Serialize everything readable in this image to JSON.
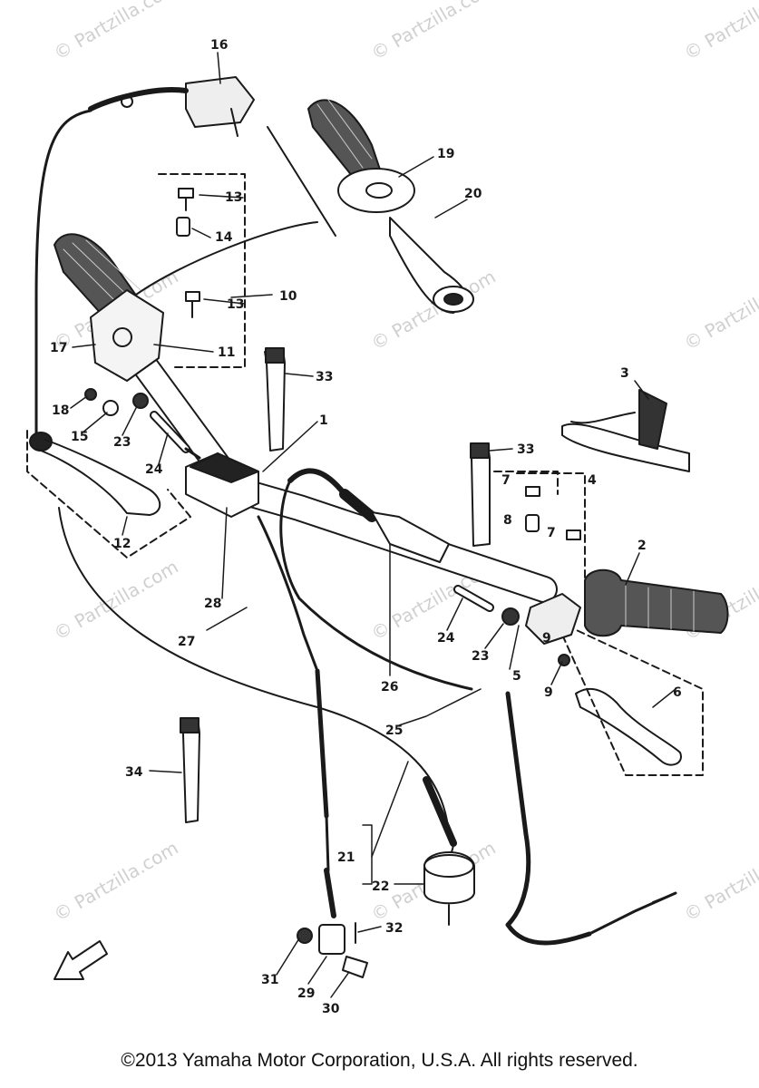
{
  "watermark": "© Partzilla.com",
  "footer": {
    "copyright": "©2013 Yamaha Motor Corporation, U.S.A. All rights reserved."
  },
  "parts": [
    {
      "id": "p1",
      "label": "1"
    },
    {
      "id": "p2",
      "label": "2"
    },
    {
      "id": "p3",
      "label": "3"
    },
    {
      "id": "p4",
      "label": "4"
    },
    {
      "id": "p5",
      "label": "5"
    },
    {
      "id": "p6",
      "label": "6"
    },
    {
      "id": "p7a",
      "label": "7"
    },
    {
      "id": "p7b",
      "label": "7"
    },
    {
      "id": "p8",
      "label": "8"
    },
    {
      "id": "p9a",
      "label": "9"
    },
    {
      "id": "p9b",
      "label": "9"
    },
    {
      "id": "p10",
      "label": "10"
    },
    {
      "id": "p11",
      "label": "11"
    },
    {
      "id": "p12",
      "label": "12"
    },
    {
      "id": "p13a",
      "label": "13"
    },
    {
      "id": "p13b",
      "label": "13"
    },
    {
      "id": "p14",
      "label": "14"
    },
    {
      "id": "p15",
      "label": "15"
    },
    {
      "id": "p16",
      "label": "16"
    },
    {
      "id": "p17",
      "label": "17"
    },
    {
      "id": "p18",
      "label": "18"
    },
    {
      "id": "p19",
      "label": "19"
    },
    {
      "id": "p20",
      "label": "20"
    },
    {
      "id": "p21",
      "label": "21"
    },
    {
      "id": "p22",
      "label": "22"
    },
    {
      "id": "p23a",
      "label": "23"
    },
    {
      "id": "p23b",
      "label": "23"
    },
    {
      "id": "p24a",
      "label": "24"
    },
    {
      "id": "p24b",
      "label": "24"
    },
    {
      "id": "p25",
      "label": "25"
    },
    {
      "id": "p26",
      "label": "26"
    },
    {
      "id": "p27",
      "label": "27"
    },
    {
      "id": "p28",
      "label": "28"
    },
    {
      "id": "p29",
      "label": "29"
    },
    {
      "id": "p30",
      "label": "30"
    },
    {
      "id": "p31",
      "label": "31"
    },
    {
      "id": "p32",
      "label": "32"
    },
    {
      "id": "p33a",
      "label": "33"
    },
    {
      "id": "p33b",
      "label": "33"
    },
    {
      "id": "p34",
      "label": "34"
    }
  ],
  "colors": {
    "ink": "#1a1a1a",
    "watermark": "#d0d0d0"
  }
}
